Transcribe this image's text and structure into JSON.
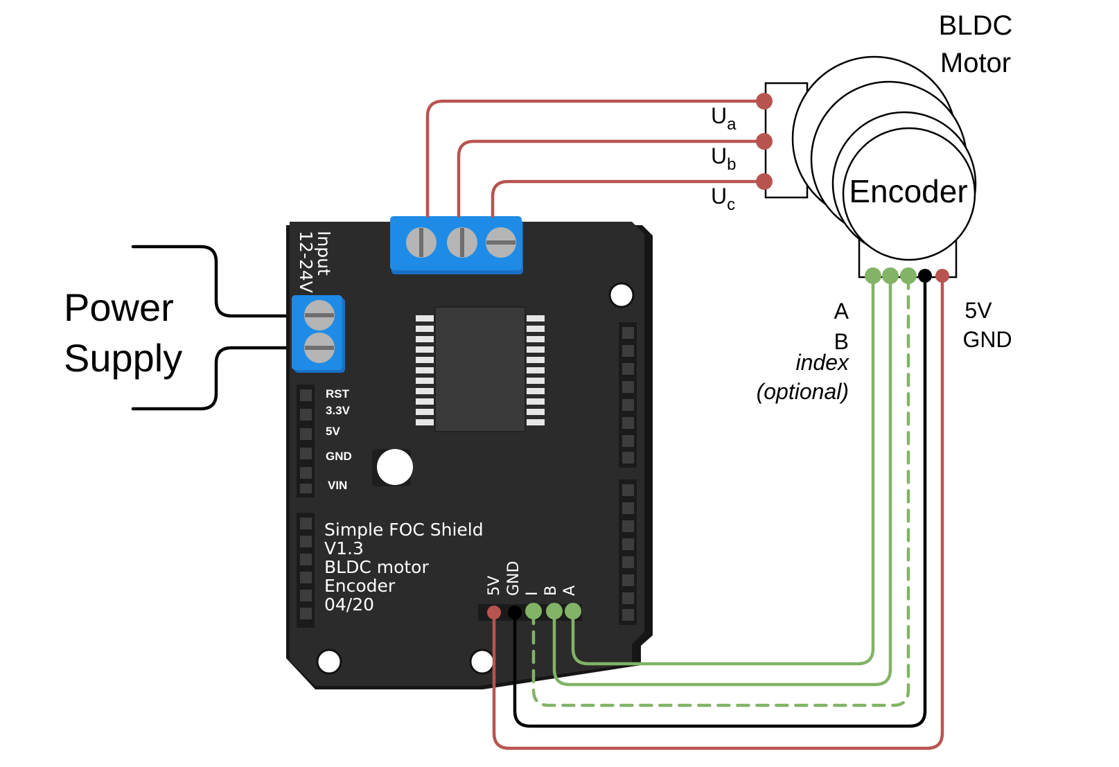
{
  "colors": {
    "board": "#2b2b2b",
    "terminal": "#1e8ce6",
    "screw": "#b5b5b5",
    "wire_phase": "#b85450",
    "wire_signal": "#82b366",
    "wire_gnd": "#000000",
    "wire_5v": "#b85450"
  },
  "labels": {
    "motor_line1": "BLDC",
    "motor_line2": "Motor",
    "encoder": "Encoder",
    "power_line1": "Power",
    "power_line2": "Supply",
    "phase_a": "U",
    "phase_a_sub": "a",
    "phase_b": "U",
    "phase_b_sub": "b",
    "phase_c": "U",
    "phase_c_sub": "c",
    "enc_a": "A",
    "enc_b": "B",
    "enc_index": "index",
    "enc_optional": "(optional)",
    "enc_5v": "5V",
    "enc_gnd": "GND"
  },
  "board": {
    "input_line1": "Input",
    "input_line2": "12-24V",
    "pins": [
      "RST",
      "3.3V",
      "5V",
      "GND",
      "VIN"
    ],
    "title_lines": [
      "Simple FOC Shield",
      "V1.3",
      "BLDC motor",
      "Encoder",
      "04/20"
    ],
    "header_pins": [
      "5V",
      "GND",
      "I",
      "B",
      "A"
    ]
  }
}
